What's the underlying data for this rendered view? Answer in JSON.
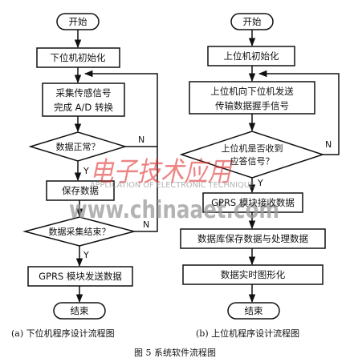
{
  "left_flow": {
    "start": "开始",
    "init": "下位机初始化",
    "collect_line1": "采集传感信号",
    "collect_line2": "完成 A/D 转换",
    "data_ok": "数据正常？",
    "save": "保存数据",
    "collect_done": "数据采集结束？",
    "send": "GPRS 模块发送数据",
    "end": "结束",
    "yes1": "Y",
    "no1": "N",
    "yes2": "Y",
    "no2": "N"
  },
  "right_flow": {
    "start": "开始",
    "init": "上位机初始化",
    "handshake_line1": "上位机向下位机发送",
    "handshake_line2": "传输数据握手信号",
    "ack_line1": "上位机是否收到",
    "ack_line2": "应答信号？",
    "receive": "GPRS 模块接收数据",
    "db": "数据库保存数据与处理数据",
    "graph": "数据实时图形化",
    "end": "结束",
    "yes": "Y",
    "no": "N"
  },
  "captions": {
    "left": "(a) 下位机程序设计流程图",
    "right": "(b) 上位机程序设计流程图",
    "figure": "图 5  系统软件流程图"
  },
  "watermark": {
    "logo": "电子技术应用",
    "sub": "APPLICATION OF ELECTRONIC TECHNIQUE",
    "url": "www.chinaaet.com"
  }
}
